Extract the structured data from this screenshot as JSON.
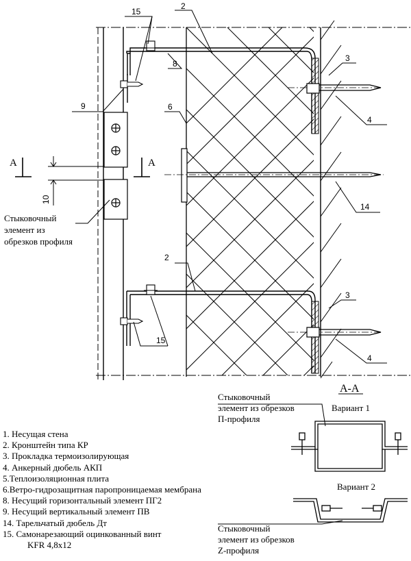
{
  "callouts": {
    "c15_top": "15",
    "c2_top": "2",
    "c8": "8",
    "c3_top": "3",
    "c9": "9",
    "c6": "6",
    "c4_top": "4",
    "c14": "14",
    "c10": "10",
    "c2_bot": "2",
    "c3_bot": "3",
    "c15_bot": "15",
    "c4_bot": "4"
  },
  "section_marks": {
    "left": "A",
    "right": "A"
  },
  "joint_label": [
    "Стыковочный",
    "элемент из",
    "обрезков профиля"
  ],
  "section_view": {
    "title": "А-А",
    "variant1": "Вариант 1",
    "variant2": "Вариант 2",
    "label_p": [
      "Стыковочный",
      "элемент из обрезков",
      "П-профиля"
    ],
    "label_z": [
      "Стыковочный",
      "элемент из обрезков",
      "Z-профиля"
    ]
  },
  "legend": [
    "1. Несущая стена",
    "2. Кронштейн типа КР",
    "3. Прокладка термоизолирующая",
    "4. Анкерный дюбель АКП",
    "5.Теплоизоляционная плита",
    "6.Ветро-гидрозащитная паропроницаемая мембрана",
    "8. Несущий горизонтальный элемент ПГ2",
    "9. Несущий вертикальный элемент ПВ",
    "14. Тарельчатый дюбель  Дт",
    "15. Самонарезающий оцинкованный винт"
  ],
  "legend_cont": "KFR 4,8x12"
}
